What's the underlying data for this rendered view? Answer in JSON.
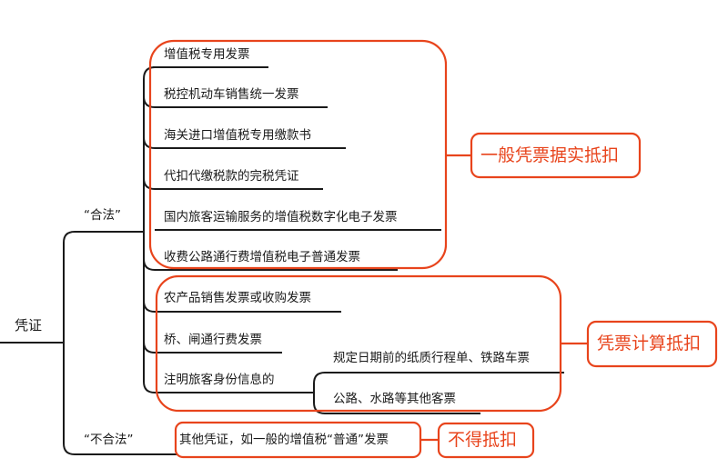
{
  "root": "凭证",
  "branches": {
    "legal": "“合法”",
    "illegal": "“不合法”"
  },
  "legal_items": [
    "增值税专用发票",
    "税控机动车销售统一发票",
    "海关进口增值税专用缴款书",
    "代扣代缴税款的完税凭证",
    "国内旅客运输服务的增值税数字化电子发票",
    "收费公路通行费增值税电子普通发票",
    "农产品销售发票或收购发票",
    "桥、闸通行费发票",
    "注明旅客身份信息的"
  ],
  "passenger_sub_items": [
    "规定日期前的纸质行程单、铁路车票",
    "公路、水路等其他客票"
  ],
  "illegal_item": "其他凭证，如一般的增值税“普通”发票",
  "categories": {
    "actual": "一般凭票据实抵扣",
    "calculated": "凭票计算抵扣",
    "none": "不得抵扣"
  },
  "colors": {
    "accent": "#e8441c",
    "line": "#1a1a1a"
  }
}
